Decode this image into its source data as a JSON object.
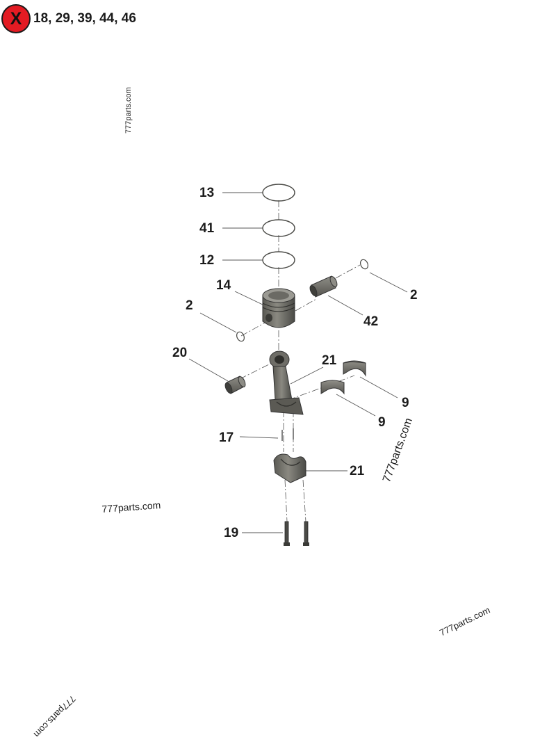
{
  "header": {
    "badge_label": "X",
    "excluded_refs": "18, 29, 39, 44, 46"
  },
  "callouts": {
    "c13": "13",
    "c41": "41",
    "c12": "12",
    "c14": "14",
    "c2_left": "2",
    "c2_right": "2",
    "c42": "42",
    "c20": "20",
    "c21_upper": "21",
    "c9_upper": "9",
    "c9_lower": "9",
    "c17": "17",
    "c21_lower": "21",
    "c19": "19"
  },
  "watermarks": {
    "w1": "777parts.com",
    "w2": "777parts.com",
    "w3": "777parts.com",
    "w4": "777parts.com",
    "w5": "777parts.com"
  },
  "colors": {
    "badge": "#e31b23",
    "part_dark": "#4a4a46",
    "part_mid": "#6e6d67",
    "part_light": "#a5a49d",
    "leader": "#555555"
  }
}
